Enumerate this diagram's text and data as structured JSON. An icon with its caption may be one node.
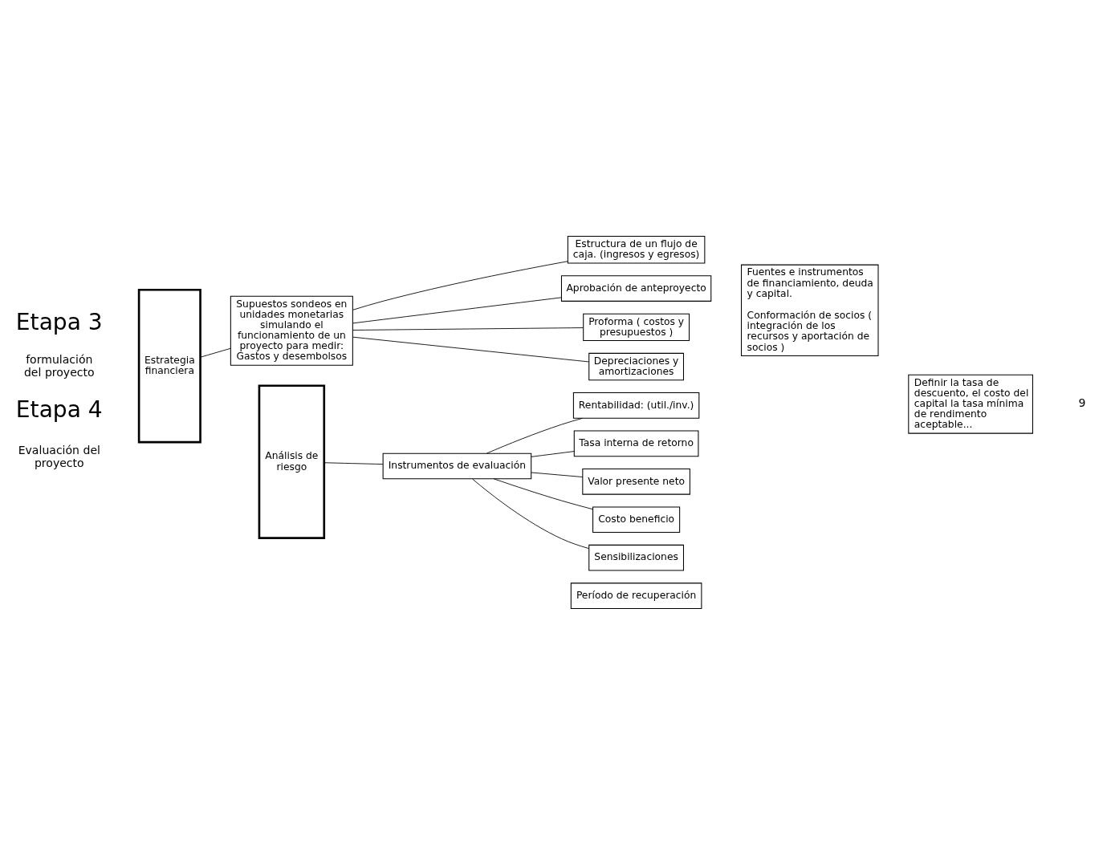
{
  "diagram": {
    "nodes": [
      {
        "text": [
          "Estrategia financiera"
        ]
      },
      {
        "text": [
          "Supuestos sondeos en unidades monetarias simulando el funcionamiento de un proyecto para medir: Gastos y desembolsos"
        ]
      },
      {
        "text": [
          "Aprobación de anteproyecto"
        ]
      },
      {
        "text": [
          "Proforma ( costos y presupuestos )"
        ]
      },
      {
        "text": [
          "Depreciaciones y amortizaciones"
        ]
      },
      {
        "text": [
          "Estructura de un flujo de caja. (ingresos y egresos)"
        ]
      },
      {
        "text": [
          "Fuentes e instrumentos de financiamiento, deuda y capital.",
          "Conformación de socios ( integración de los recursos y aportación de socios )"
        ]
      },
      {
        "text": [
          "Análisis de riesgo"
        ]
      },
      {
        "text": [
          "Instrumentos de evaluación"
        ]
      },
      {
        "text": [
          "Rentabilidad: (util./inv.)"
        ]
      },
      {
        "text": [
          "Tasa interna de retorno"
        ]
      },
      {
        "text": [
          "Valor presente neto"
        ]
      },
      {
        "text": [
          "Costo beneficio"
        ]
      },
      {
        "text": [
          "Sensibilizaciones"
        ]
      },
      {
        "text": [
          "Período de recuperación"
        ]
      },
      {
        "text": [
          "Definir la tasa de descuento, el costo del capital la tasa mínima de rendimento aceptable..."
        ]
      }
    ],
    "edges": [
      {
        "from": 0,
        "to": 1,
        "arrow": "none"
      },
      {
        "from": 1,
        "to": 2,
        "arrow": "none"
      },
      {
        "from": 1,
        "to": 3,
        "arrow": "none"
      },
      {
        "from": 1,
        "to": 4,
        "arrow": "none"
      },
      {
        "from": 1,
        "to": 5,
        "arrow": "none"
      },
      {
        "from": 7,
        "to": 8,
        "arrow": "none"
      },
      {
        "from": 8,
        "to": 9,
        "arrow": "none"
      },
      {
        "from": 8,
        "to": 10,
        "arrow": "none"
      },
      {
        "from": 8,
        "to": 11,
        "arrow": "none"
      },
      {
        "from": 8,
        "to": 12,
        "arrow": "none"
      },
      {
        "from": 8,
        "to": 13,
        "arrow": "none"
      }
    ],
    "labels": [
      "Etapa 3",
      "formulación del proyecto",
      "Etapa 4",
      "Evaluación del proyecto",
      "9"
    ]
  }
}
